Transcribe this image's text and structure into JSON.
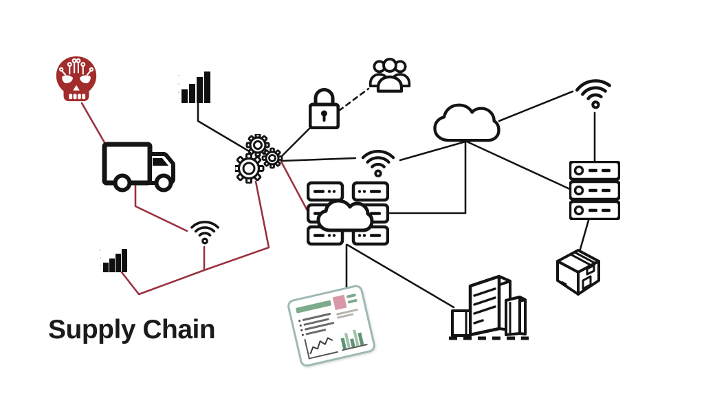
{
  "title": {
    "text": "Supply Chain"
  },
  "palette": {
    "background": "#ffffff",
    "line_black": "#141414",
    "line_red": "#993140",
    "skull_red": "#a22c2c",
    "icon_black": "#0f0f0f",
    "title_text": "#1b1b1b",
    "report_border": "#9eb9b4",
    "report_green": "#7dab8c",
    "report_green_dark": "#5f9475",
    "report_green_light": "#9fc2ab",
    "report_pink": "#d897a7"
  },
  "diagram": {
    "nodes": [
      {
        "id": "skull-malware",
        "icon": "skull-circuit-icon"
      },
      {
        "id": "delivery-truck",
        "icon": "truck-icon"
      },
      {
        "id": "signal-bars-top",
        "icon": "bar-chart-icon"
      },
      {
        "id": "gears",
        "icon": "gears-icon"
      },
      {
        "id": "padlock",
        "icon": "padlock-icon"
      },
      {
        "id": "user-group",
        "icon": "people-icon"
      },
      {
        "id": "wifi-mid",
        "icon": "wifi-icon"
      },
      {
        "id": "cloud",
        "icon": "cloud-icon"
      },
      {
        "id": "wifi-top-right",
        "icon": "wifi-icon"
      },
      {
        "id": "server-rack",
        "icon": "server-rack-icon"
      },
      {
        "id": "data-center",
        "icon": "servers-cloud-icon"
      },
      {
        "id": "package-box",
        "icon": "package-icon"
      },
      {
        "id": "building",
        "icon": "building-icon"
      },
      {
        "id": "analytics-report",
        "icon": "report-document-icon"
      },
      {
        "id": "wifi-bottom-left",
        "icon": "wifi-icon"
      },
      {
        "id": "signal-bars-bottom",
        "icon": "bar-chart-icon"
      }
    ],
    "connections": [
      {
        "from": "skull-malware",
        "to": "delivery-truck",
        "color": "red",
        "style": "solid"
      },
      {
        "from": "delivery-truck",
        "to": "wifi-bottom-left",
        "color": "red",
        "style": "solid"
      },
      {
        "from": "gears",
        "to": "signal-bars-bottom",
        "color": "red",
        "style": "solid"
      },
      {
        "from": "wifi-bottom-left",
        "to": "gears",
        "color": "red",
        "style": "solid"
      },
      {
        "from": "gears",
        "to": "data-center",
        "color": "red",
        "style": "solid"
      },
      {
        "from": "signal-bars-top",
        "to": "gears",
        "color": "black",
        "style": "solid"
      },
      {
        "from": "gears",
        "to": "padlock",
        "color": "black",
        "style": "solid"
      },
      {
        "from": "padlock",
        "to": "user-group",
        "color": "black",
        "style": "dashed"
      },
      {
        "from": "gears",
        "to": "wifi-mid",
        "color": "black",
        "style": "solid"
      },
      {
        "from": "wifi-mid",
        "to": "cloud",
        "color": "black",
        "style": "solid"
      },
      {
        "from": "cloud",
        "to": "wifi-top-right",
        "color": "black",
        "style": "solid"
      },
      {
        "from": "cloud",
        "to": "data-center",
        "color": "black",
        "style": "solid"
      },
      {
        "from": "cloud",
        "to": "server-rack",
        "color": "black",
        "style": "solid"
      },
      {
        "from": "wifi-top-right",
        "to": "server-rack",
        "color": "black",
        "style": "solid"
      },
      {
        "from": "server-rack",
        "to": "package-box",
        "color": "black",
        "style": "solid"
      },
      {
        "from": "data-center",
        "to": "analytics-report",
        "color": "black",
        "style": "solid"
      },
      {
        "from": "data-center",
        "to": "building",
        "color": "black",
        "style": "solid"
      }
    ]
  }
}
